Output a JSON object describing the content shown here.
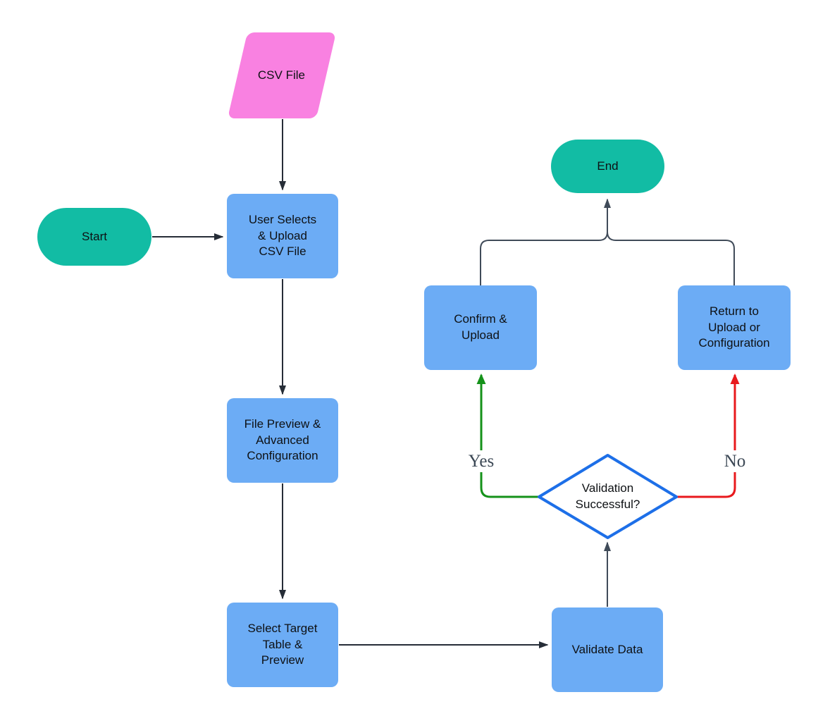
{
  "canvas": {
    "background": "#ffffff"
  },
  "nodes": {
    "csv_file": {
      "label": "CSV File",
      "shape": "parallelogram",
      "fill": "#F981E1"
    },
    "start": {
      "label": "Start",
      "shape": "terminator",
      "fill": "#12BCA4"
    },
    "user_upload": {
      "label": "User Selects\n& Upload\nCSV File",
      "shape": "process",
      "fill": "#6CACF5"
    },
    "file_preview": {
      "label": "File Preview &\nAdvanced\nConfiguration",
      "shape": "process",
      "fill": "#6CACF5"
    },
    "select_target": {
      "label": "Select Target\nTable &\nPreview",
      "shape": "process",
      "fill": "#6CACF5"
    },
    "validate_data": {
      "label": "Validate Data",
      "shape": "process",
      "fill": "#6CACF5"
    },
    "decision": {
      "label": "Validation\nSuccessful?",
      "shape": "decision",
      "fill": "#FFFFFF",
      "stroke": "#1D6FE8"
    },
    "confirm_upload": {
      "label": "Confirm &\nUpload",
      "shape": "process",
      "fill": "#6CACF5"
    },
    "return_to": {
      "label": "Return to\nUpload or\nConfiguration",
      "shape": "process",
      "fill": "#6CACF5"
    },
    "end": {
      "label": "End",
      "shape": "terminator",
      "fill": "#12BCA4"
    }
  },
  "edges": {
    "labels": {
      "yes": "Yes",
      "no": "No"
    },
    "label_color": "#3B4754",
    "colors": {
      "black": "#262D37",
      "slate": "#404B59",
      "yes": "#15921A",
      "no": "#E8191D"
    }
  }
}
